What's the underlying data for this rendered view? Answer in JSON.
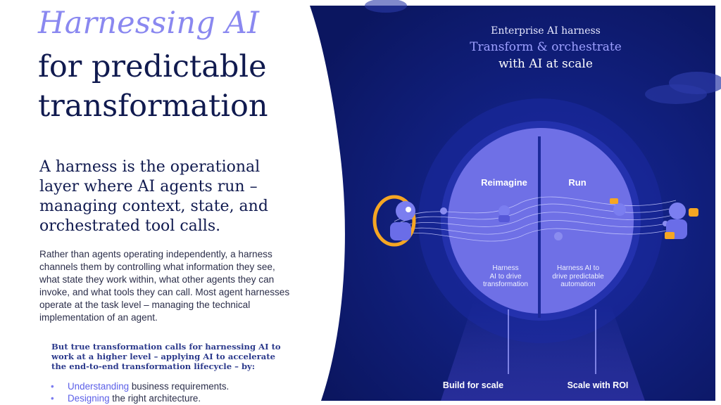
{
  "title": {
    "line1": "Harnessing AI",
    "line2": "for predictable",
    "line3": "transformation"
  },
  "lead": "A harness is the operational layer where AI agents run – managing context, state, and orchestrated tool calls.",
  "body": "Rather than agents operating independently, a harness channels them by controlling what information they see, what state they work within, what other agents they can invoke, and what tools they can call. Most agent harnesses operate at the task level – managing the technical implementation of an agent.",
  "callout": "But true transformation calls for harnessing AI to work at a higher level – applying AI to accelerate the end-to-end transformation lifecycle – by:",
  "bullets": [
    {
      "highlight": "Understanding",
      "rest": " business requirements."
    },
    {
      "highlight": "Designing",
      "rest": " the right architecture."
    }
  ],
  "bullet_marker": "•",
  "diagram": {
    "header_line1": "Enterprise AI harness",
    "header_line2": "Transform & orchestrate",
    "header_line3": "with AI at scale",
    "left_label": "Reimagine",
    "right_label": "Run",
    "left_desc": [
      "Harness",
      "AI to drive",
      "transformation"
    ],
    "right_desc": [
      "Harness AI to",
      "drive predictable",
      "automation"
    ],
    "footer_left": "Build for scale",
    "footer_right": "Scale with ROI"
  },
  "colors": {
    "accent": "#8a88f0",
    "navy_text": "#101a4f",
    "panel_bg": "#0d1a6b",
    "circle_fill": "#6f70e6",
    "header_accent": "#9da0ff"
  }
}
